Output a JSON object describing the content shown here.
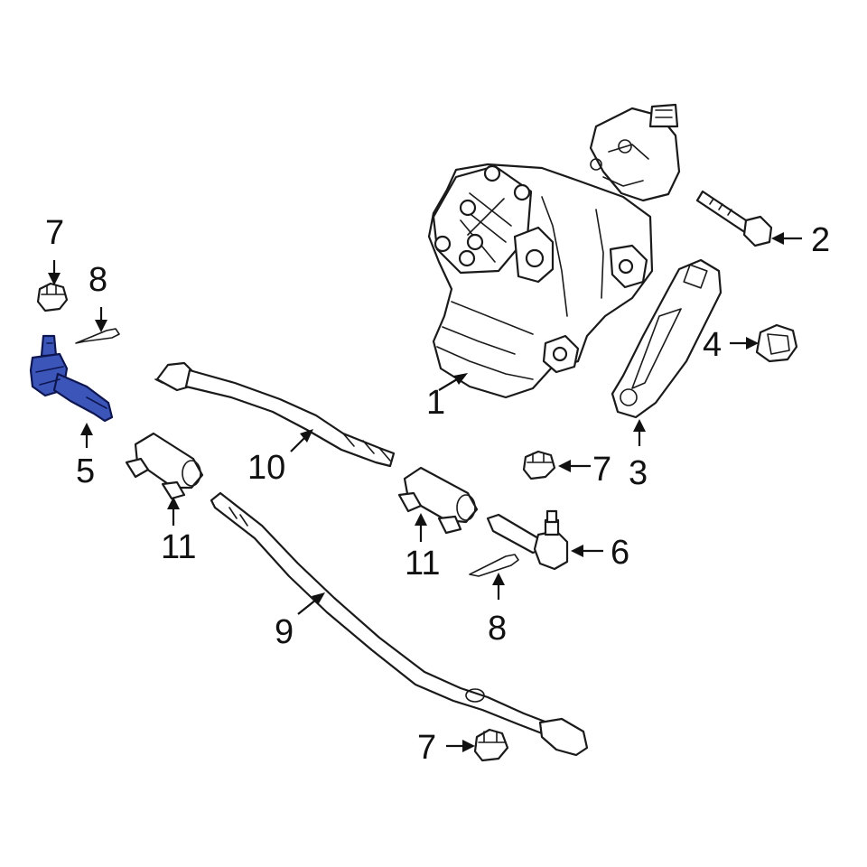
{
  "diagram": {
    "highlight_color": "#3c55b9",
    "highlighted_callout": "5",
    "callouts": [
      {
        "id": "c1",
        "text": "1",
        "part": "steering-gear"
      },
      {
        "id": "c2",
        "text": "2",
        "part": "bolt"
      },
      {
        "id": "c3",
        "text": "3",
        "part": "pitman-arm"
      },
      {
        "id": "c4",
        "text": "4",
        "part": "nut"
      },
      {
        "id": "c5",
        "text": "5",
        "part": "tie-rod-end"
      },
      {
        "id": "c6",
        "text": "6",
        "part": "tie-rod-end"
      },
      {
        "id": "c7a",
        "text": "7",
        "part": "castle-nut"
      },
      {
        "id": "c7b",
        "text": "7",
        "part": "castle-nut"
      },
      {
        "id": "c7c",
        "text": "7",
        "part": "castle-nut"
      },
      {
        "id": "c8a",
        "text": "8",
        "part": "cotter-pin"
      },
      {
        "id": "c8b",
        "text": "8",
        "part": "cotter-pin"
      },
      {
        "id": "c9",
        "text": "9",
        "part": "drag-link"
      },
      {
        "id": "c10",
        "text": "10",
        "part": "tie-rod"
      },
      {
        "id": "c11a",
        "text": "11",
        "part": "adjusting-sleeve"
      },
      {
        "id": "c11b",
        "text": "11",
        "part": "adjusting-sleeve"
      }
    ]
  }
}
